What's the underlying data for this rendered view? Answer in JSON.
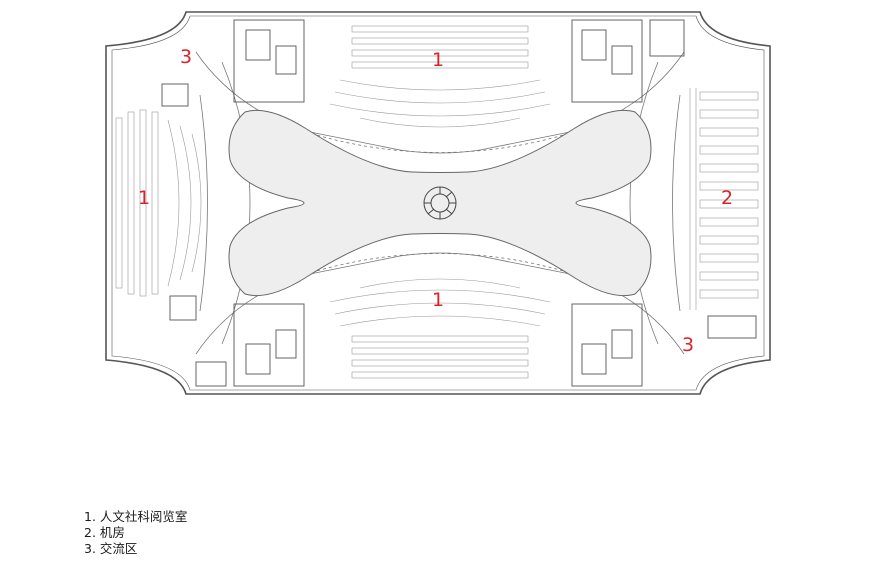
{
  "zone_labels": {
    "top": "1",
    "left": "1",
    "bottom": "1",
    "right": "2",
    "top_left": "3",
    "bottom_right": "3"
  },
  "legend": [
    {
      "number": "1.",
      "text": "人文社科阅览室"
    },
    {
      "number": "2.",
      "text": "机房"
    },
    {
      "number": "3.",
      "text": "交流区"
    }
  ],
  "colors": {
    "label_red": "#d8232a",
    "line": "#555555",
    "atrium_fill": "#eeeeee"
  }
}
